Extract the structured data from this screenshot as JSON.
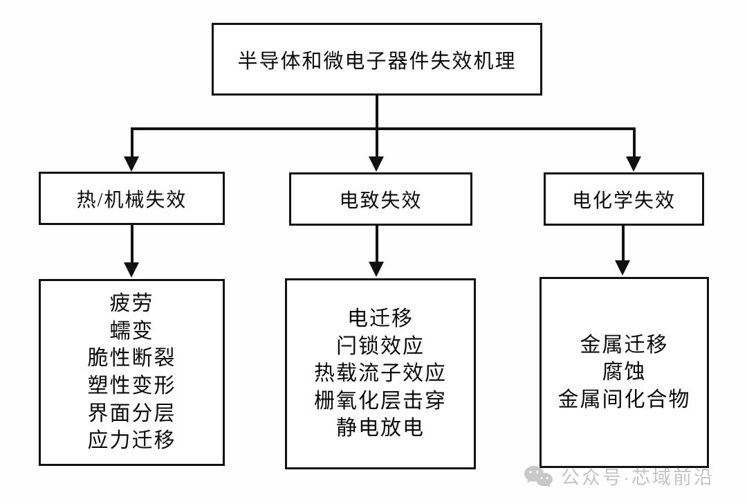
{
  "diagram": {
    "root": {
      "label": "半导体和微电子器件失效机理"
    },
    "branches": [
      {
        "category": "热/机械失效",
        "items": [
          "疲劳",
          "蠕变",
          "脆性断裂",
          "塑性变形",
          "界面分层",
          "应力迁移"
        ]
      },
      {
        "category": "电致失效",
        "items": [
          "电迁移",
          "闩锁效应",
          "热载流子效应",
          "栅氧化层击穿",
          "静电放电"
        ]
      },
      {
        "category": "电化学失效",
        "items": [
          "金属迁移",
          "腐蚀",
          "金属间化合物"
        ]
      }
    ]
  },
  "watermark": {
    "text": "公众号·芯域前沿",
    "icon": "wechat-icon",
    "color": "#c4c4c4"
  },
  "colors": {
    "background": "#ffffff",
    "line": "#111111",
    "text": "#0b0b0b"
  }
}
